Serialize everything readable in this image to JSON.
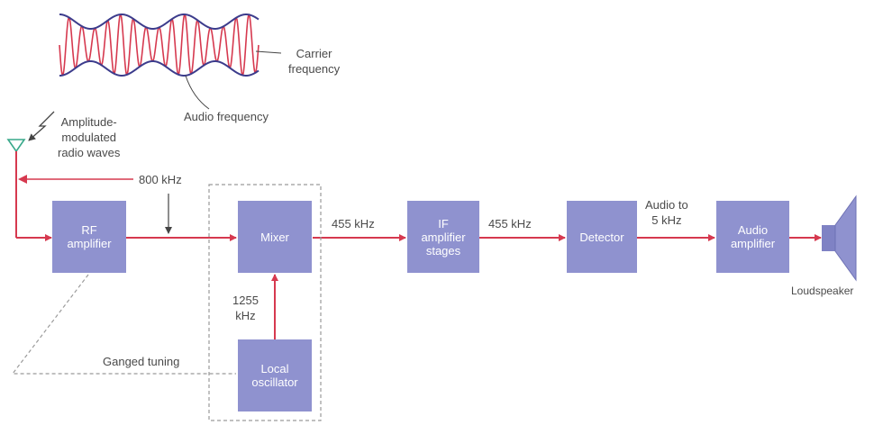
{
  "colors": {
    "signal": "#d6394f",
    "block": "#8f92cf",
    "dashed": "#9a9a9a",
    "text": "#4a4a4a",
    "speaker": "#7f82c4"
  },
  "annotations": {
    "carrier": "Carrier\nfrequency",
    "audio": "Audio frequency",
    "am_waves": "Amplitude-\nmodulated\nradio waves",
    "freq_800": "800 kHz",
    "freq_455a": "455 kHz",
    "freq_455b": "455 kHz",
    "audio_to": "Audio to\n5 kHz",
    "freq_1255": "1255\nkHz",
    "ganged": "Ganged tuning",
    "loudspeaker": "Loudspeaker"
  },
  "blocks": {
    "rf": "RF\namplifier",
    "mixer": "Mixer",
    "if": "IF\namplifier\nstages",
    "detector": "Detector",
    "audio_amp": "Audio\namplifier",
    "local_osc": "Local\noscillator"
  }
}
